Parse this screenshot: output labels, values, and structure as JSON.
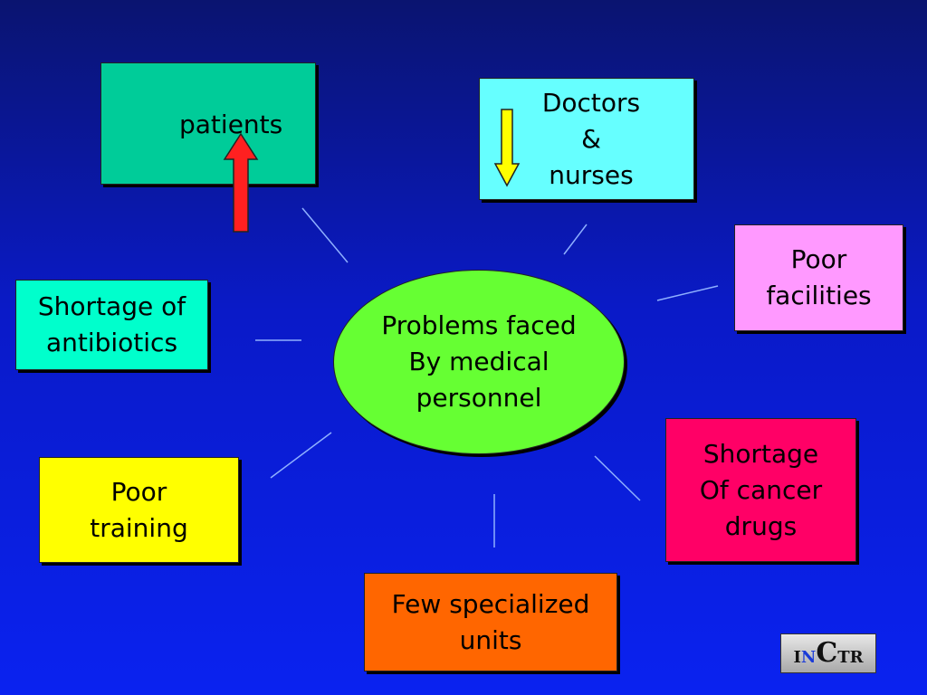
{
  "center": {
    "label": "Problems faced\nBy medical\npersonnel",
    "color": "#66ff33"
  },
  "boxes": {
    "patients": {
      "label": "patients",
      "color": "#00cc99",
      "arrow": "up",
      "arrow_color": "#ff2020"
    },
    "doctors_nurses": {
      "label": "Doctors\n&\nnurses",
      "color": "#66ffff",
      "arrow": "down",
      "arrow_color": "#ffff00"
    },
    "poor_facilities": {
      "label": "Poor\nfacilities",
      "color": "#ff99ff"
    },
    "shortage_antibiotics": {
      "label": "Shortage of\nantibiotics",
      "color": "#00ffcc"
    },
    "shortage_cancer_drugs": {
      "label": "Shortage\nOf cancer\ndrugs",
      "color": "#ff0066"
    },
    "poor_training": {
      "label": "Poor\ntraining",
      "color": "#ffff00"
    },
    "few_units": {
      "label": "Few specialized\nunits",
      "color": "#ff6600"
    }
  },
  "logo": {
    "part1": "I",
    "part2": "N",
    "part3": "C",
    "part4": "TR"
  },
  "connector_color": "#8fb0ff"
}
